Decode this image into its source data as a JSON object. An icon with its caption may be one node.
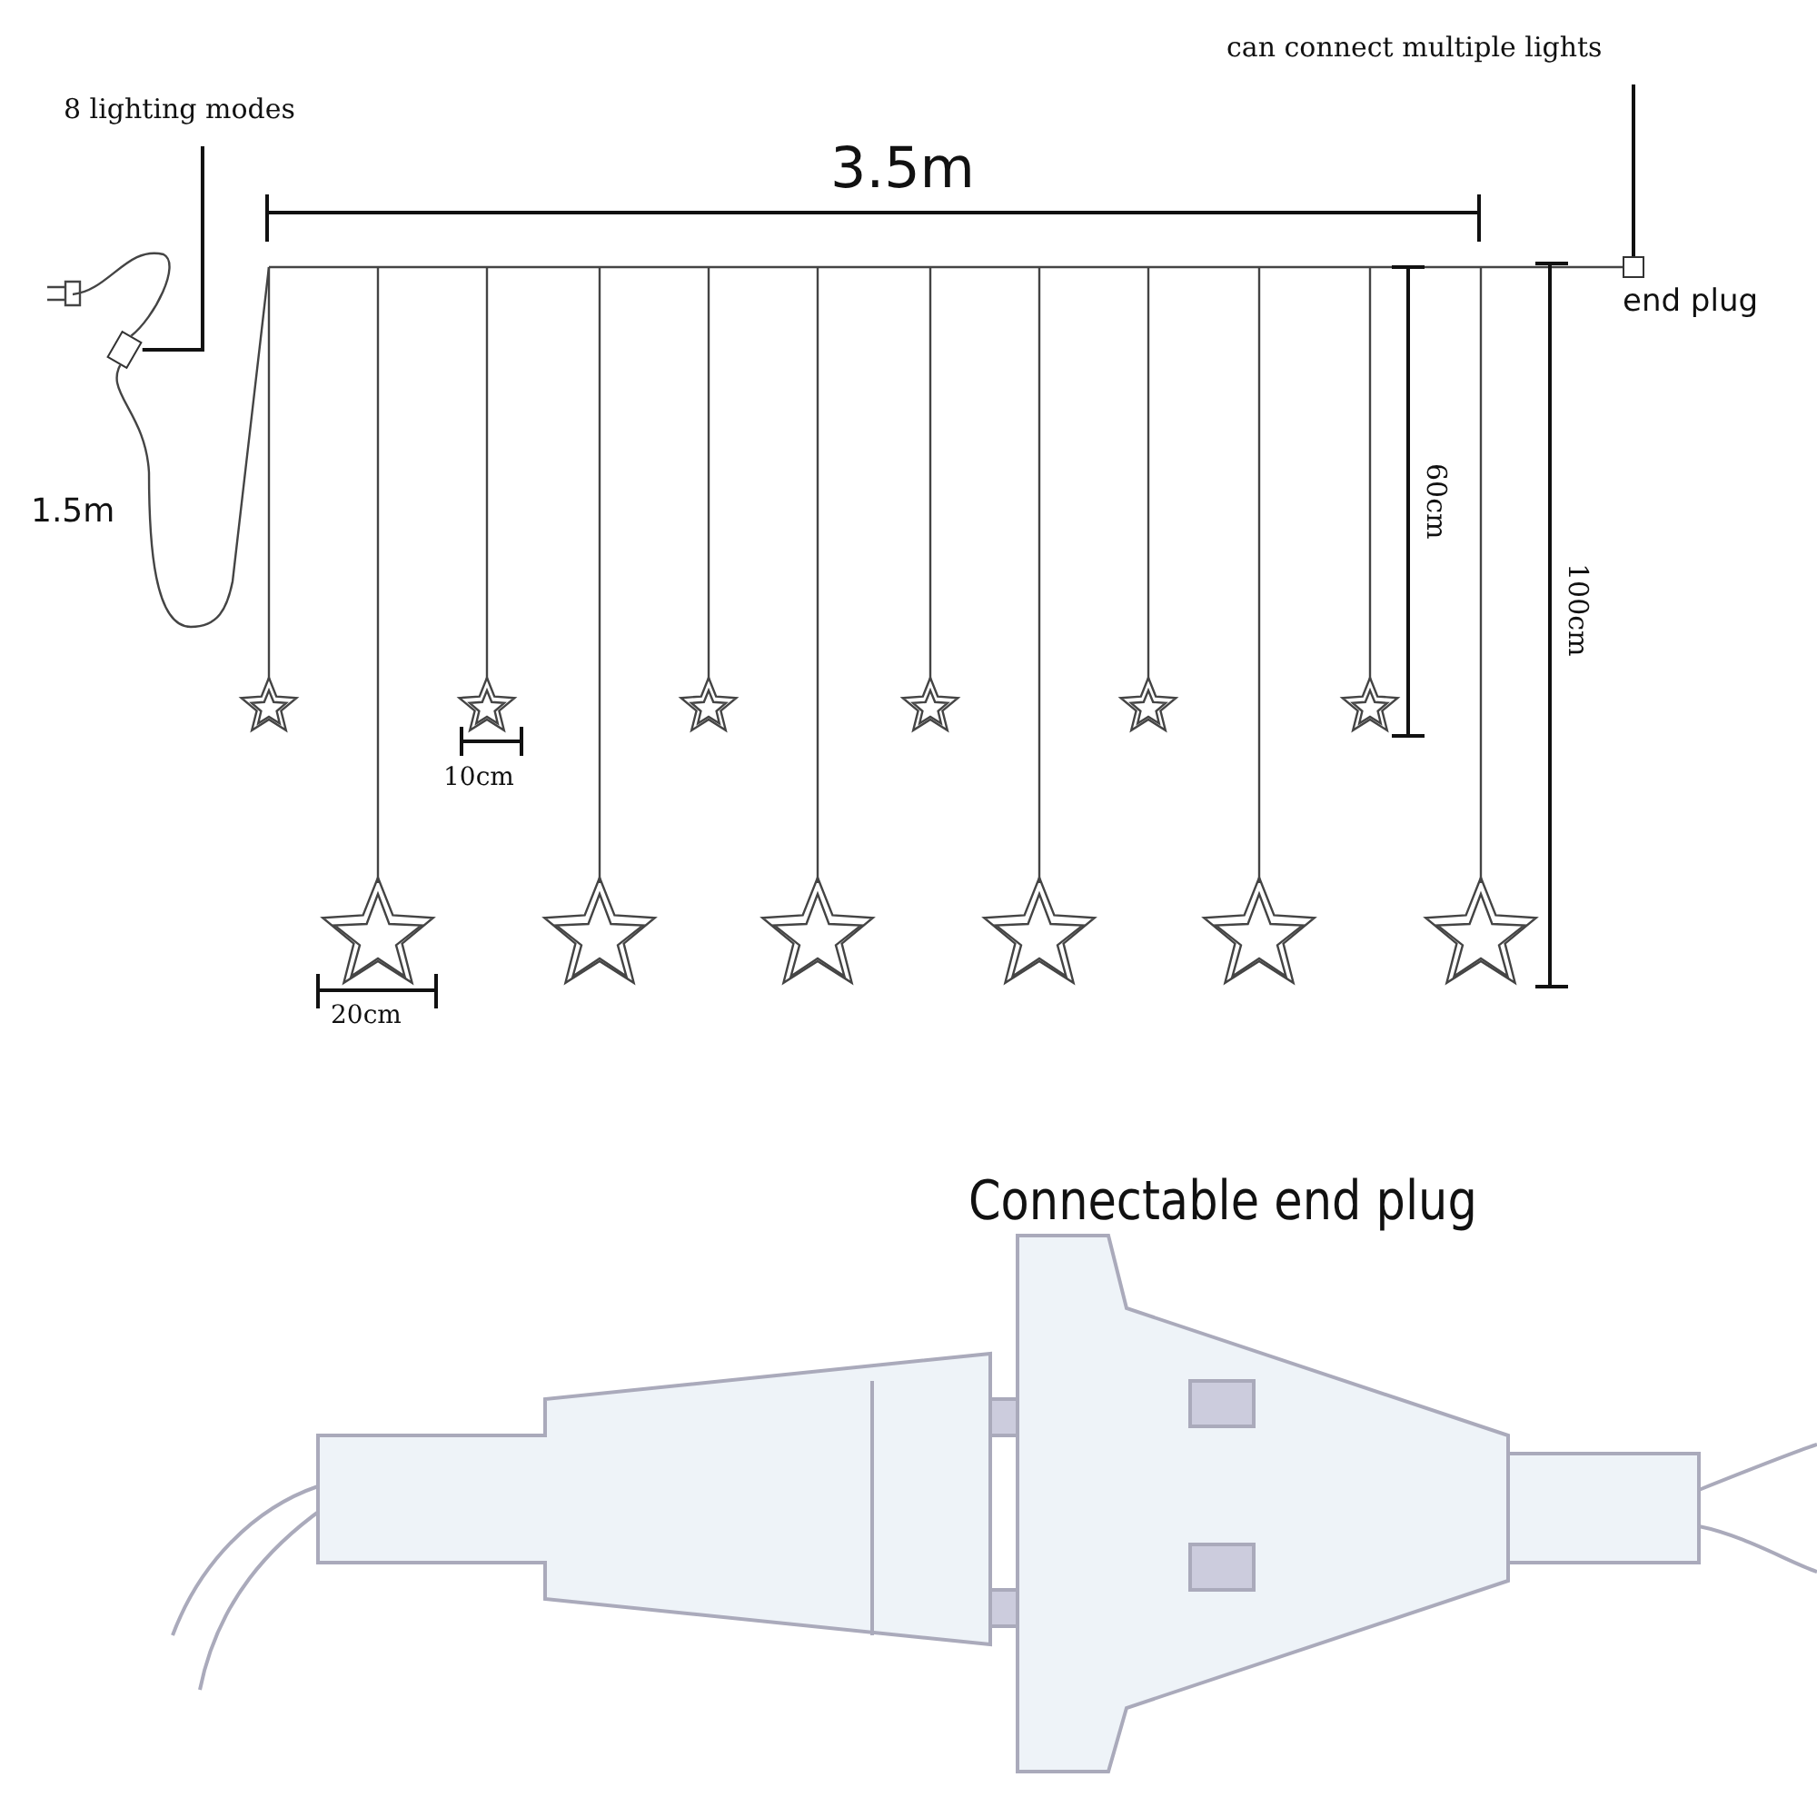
{
  "diagram": {
    "nodes": [
      {
        "text": [
          "8 lighting modes"
        ]
      },
      {
        "text": [],
        "shape": "box"
      },
      {
        "text": [
          "can connect multiple lights"
        ]
      },
      {
        "text": [],
        "shape": "box",
        "beside": [
          "end plug"
        ]
      }
    ],
    "edges": [
      {
        "from": 0,
        "to": 1,
        "arrow": "none"
      },
      {
        "from": 2,
        "to": 3,
        "arrow": "none"
      }
    ],
    "labels": [
      "3.5m",
      "1.5m",
      "60cm",
      "100cm",
      "10cm",
      "20cm",
      "Connectable end plug"
    ]
  }
}
